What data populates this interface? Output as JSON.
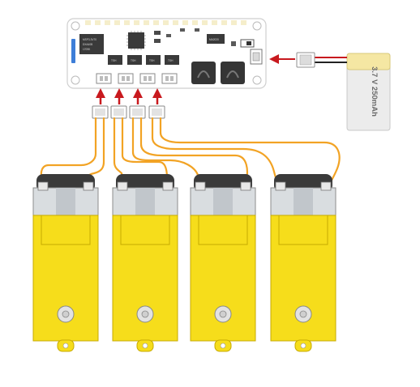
{
  "board": {
    "chip_main_lines": [
      "MSP3.3V70",
      "DXA40B",
      "1709K"
    ],
    "chip_right_label": "MA2020",
    "driver_labels": [
      "TSH",
      "TSH",
      "TSH",
      "TSH"
    ]
  },
  "battery": {
    "label": "3.7 V 250mAh"
  },
  "colors": {
    "arrow": "#c8191e",
    "wire_orange": "#f2a324",
    "motor_yellow": "#f6dd1b",
    "board_body": "#ffffff",
    "chip": "#3a3a3a",
    "battery_body": "#ececec",
    "battery_cap": "#f5e7a3"
  },
  "motors": [
    {
      "id": "motor-1"
    },
    {
      "id": "motor-2"
    },
    {
      "id": "motor-3"
    },
    {
      "id": "motor-4"
    }
  ]
}
